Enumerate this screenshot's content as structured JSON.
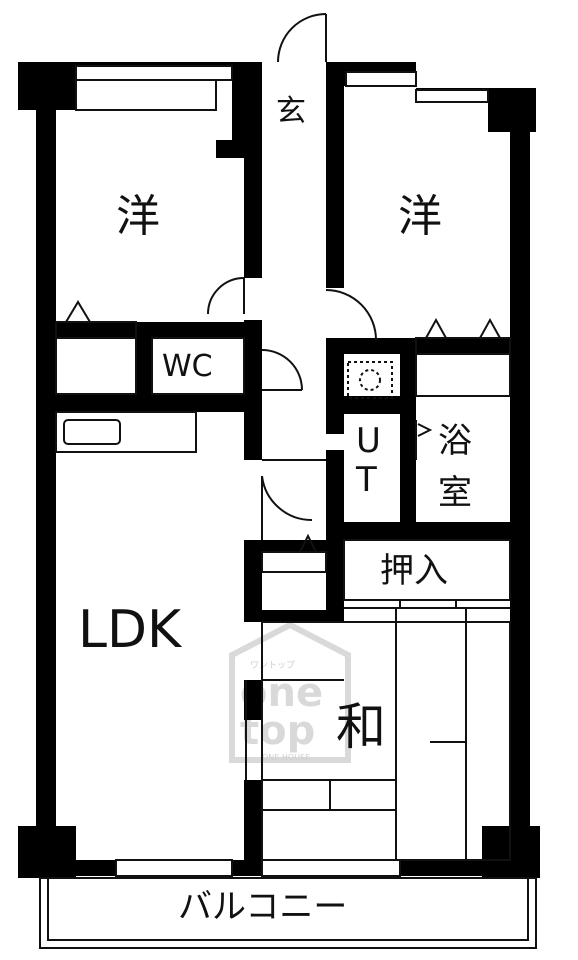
{
  "rooms": {
    "entrance": "玄",
    "western_left": "洋",
    "western_right": "洋",
    "toilet": "WC",
    "utility": "UT",
    "bath_line1": "浴",
    "bath_line2": "室",
    "closet": "押入",
    "ldk": "LDK",
    "japanese": "和",
    "balcony": "バルコニー"
  },
  "watermark": {
    "kana": "ワントップ",
    "word1": "one",
    "word2": "top",
    "caption": "ONE HOUSE"
  },
  "colors": {
    "wall": "#000000",
    "line": "#111111",
    "watermark": "#d9d9d9"
  }
}
